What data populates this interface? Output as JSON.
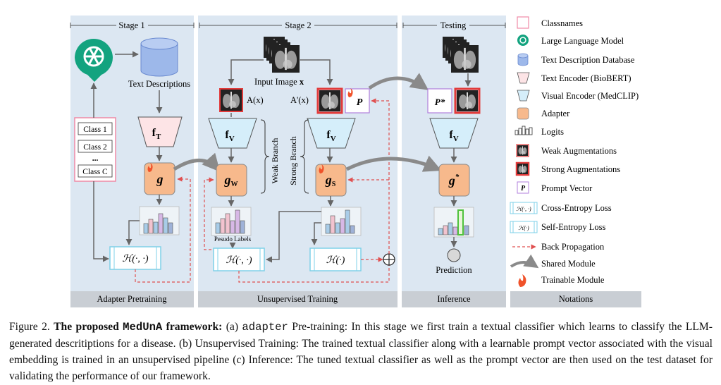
{
  "stages": {
    "stage1": "Stage 1",
    "stage2": "Stage 2",
    "testing": "Testing"
  },
  "panels": {
    "adapter_pretraining": "Adapter Pretraining",
    "unsupervised_training": "Unsupervised Training",
    "inference": "Inference",
    "notations": "Notations"
  },
  "labels": {
    "text_descriptions": "Text Descriptions",
    "input_image": "Input Image",
    "input_image_var": "x",
    "a_x": "A(x)",
    "a_prime_x": "A'(x)",
    "weak_branch": "Weak Branch",
    "strong_branch": "Strong Branch",
    "pseudo_labels": "Pesudo Labels",
    "prediction": "Prediction"
  },
  "classes": [
    "Class 1",
    "Class 2",
    "...",
    "Class C"
  ],
  "modules": {
    "fT": "f",
    "fT_sub": "T",
    "fV": "f",
    "fV_sub": "V",
    "g": "g",
    "gw": "g",
    "gw_sub": "W",
    "gs": "g",
    "gs_sub": "S",
    "gstar": "g",
    "gstar_sup": "*",
    "p": "P",
    "pstar": "P*",
    "ce_loss": "ℋ(·, ·)",
    "se_loss": "ℋ(·)",
    "ce_small": "ℋ(·, ·)",
    "se_small": "ℋ(·)"
  },
  "legend": [
    {
      "icon": "classnames-icon",
      "label": "Classnames"
    },
    {
      "icon": "llm-icon",
      "label": "Large Language Model"
    },
    {
      "icon": "database-icon",
      "label": "Text Description Database"
    },
    {
      "icon": "text-encoder-icon",
      "label": "Text Encoder (BioBERT)"
    },
    {
      "icon": "visual-encoder-icon",
      "label": "Visual Encoder (MedCLIP)"
    },
    {
      "icon": "adapter-icon",
      "label": "Adapter"
    },
    {
      "icon": "logits-icon",
      "label": "Logits"
    },
    {
      "icon": "weak-aug-icon",
      "label": "Weak Augmentations"
    },
    {
      "icon": "strong-aug-icon",
      "label": "Strong Augmentations"
    },
    {
      "icon": "prompt-vector-icon",
      "label": "Prompt Vector"
    },
    {
      "icon": "cross-entropy-icon",
      "label": "Cross-Entropy Loss"
    },
    {
      "icon": "self-entropy-icon",
      "label": "Self-Entropy Loss"
    },
    {
      "icon": "back-propagation-icon",
      "label": "Back Propagation"
    },
    {
      "icon": "shared-module-icon",
      "label": "Shared Module"
    },
    {
      "icon": "trainable-module-icon",
      "label": "Trainable Module"
    }
  ],
  "caption": {
    "prefix": "Figure 2. ",
    "title_a": "The proposed ",
    "title_mono": "MedUnA",
    "title_b": " framework:",
    "part_a_open": " (a) ",
    "part_a_mono": "adapter",
    "rest": " Pre-training: In this stage we first train a textual classifier which learns to classify the LLM-generated descritiptions for a disease. (b) Unsupervised Training: The trained textual classifier along with a learnable prompt vector associated with the visual embedding is trained in an unsupervised pipeline (c) Inference: The tuned textual classifier as well as the prompt vector are then used on the test dataset for validating the performance of our framework."
  },
  "colors": {
    "panel_bg": "#dce7f2",
    "footer_bg": "#c9ced4",
    "adapter": "#f7b98c",
    "text_encoder": "#fde4e6",
    "visual_encoder": "#d5eefa",
    "loss_border": "#7fd1e8",
    "backprop": "#e05050",
    "prompt_border": "#b07fdc",
    "llm": "#13a37f",
    "database": "#9db8ea"
  }
}
